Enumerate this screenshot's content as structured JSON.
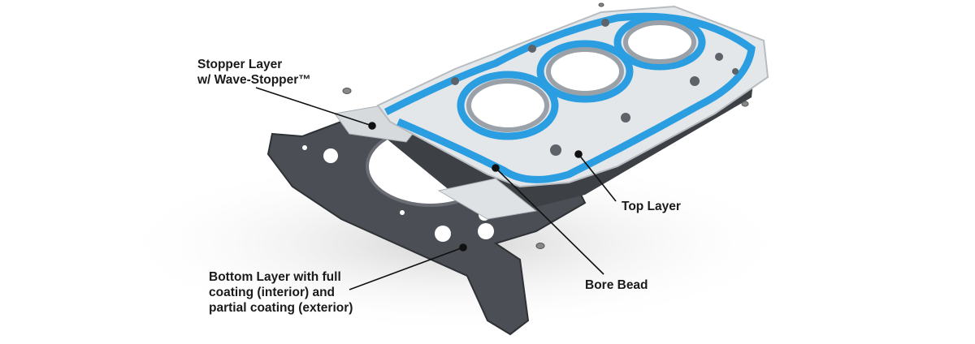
{
  "labels": {
    "stopper_layer": "Stopper Layer\nw/ Wave-Stopper™",
    "top_layer": "Top Layer",
    "bore_bead": "Bore Bead",
    "bottom_layer": "Bottom Layer with full\ncoating (interior) and\npartial coating (exterior)"
  },
  "colors": {
    "blue_coating": "#2a9ee0",
    "silver_layer": "#d9dde1",
    "bottom_layer": "#4b4f55",
    "callout_line": "#111111"
  }
}
